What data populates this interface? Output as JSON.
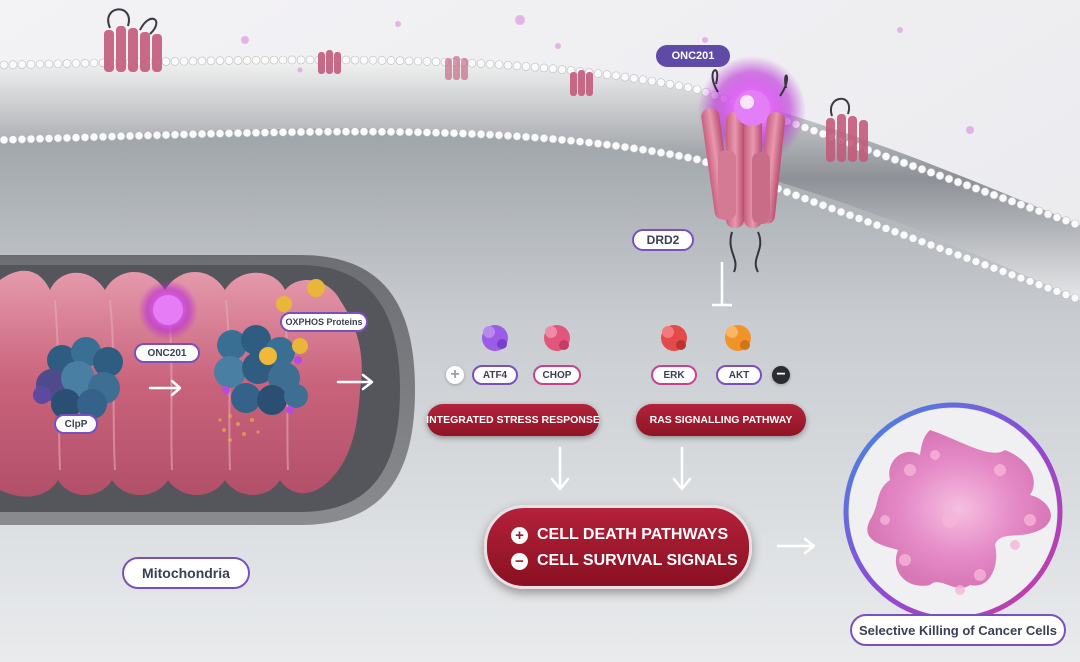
{
  "labels": {
    "onc201_top": "ONC201",
    "drd2": "DRD2",
    "onc201_mito": "ONC201",
    "oxphos": "OXPHOS Proteins",
    "clpp": "ClpP",
    "mitochondria": "Mitochondria",
    "atf4": "ATF4",
    "chop": "CHOP",
    "erk": "ERK",
    "akt": "AKT",
    "isr": "INTEGRATED STRESS RESPONSE",
    "ras": "RAS SIGNALLING PATHWAY",
    "cell_death": "CELL DEATH PATHWAYS",
    "cell_survival": "CELL SURVIVAL SIGNALS",
    "selective_killing": "Selective Killing of Cancer Cells"
  },
  "signs": {
    "plus": "+",
    "minus": "−"
  },
  "colors": {
    "pathway_red": "#9b1a2e",
    "membrane_gray": "#d7dbe0",
    "mitochondria_pink": "#d97b93",
    "onc201_glow": "#d84cf0",
    "atf4_purple": "#9b5de5",
    "chop_pink": "#e2557d",
    "erk_red": "#e34a4a",
    "akt_orange": "#f0932b"
  }
}
